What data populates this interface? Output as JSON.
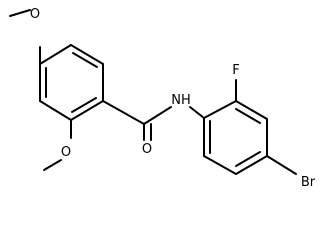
{
  "molecule": {
    "labels": {
      "o_methoxy_top": "O",
      "o_methoxy_bottom": "O",
      "o_carbonyl": "O",
      "nh": "NH",
      "fluorine": "F",
      "bromine": "Br"
    }
  }
}
